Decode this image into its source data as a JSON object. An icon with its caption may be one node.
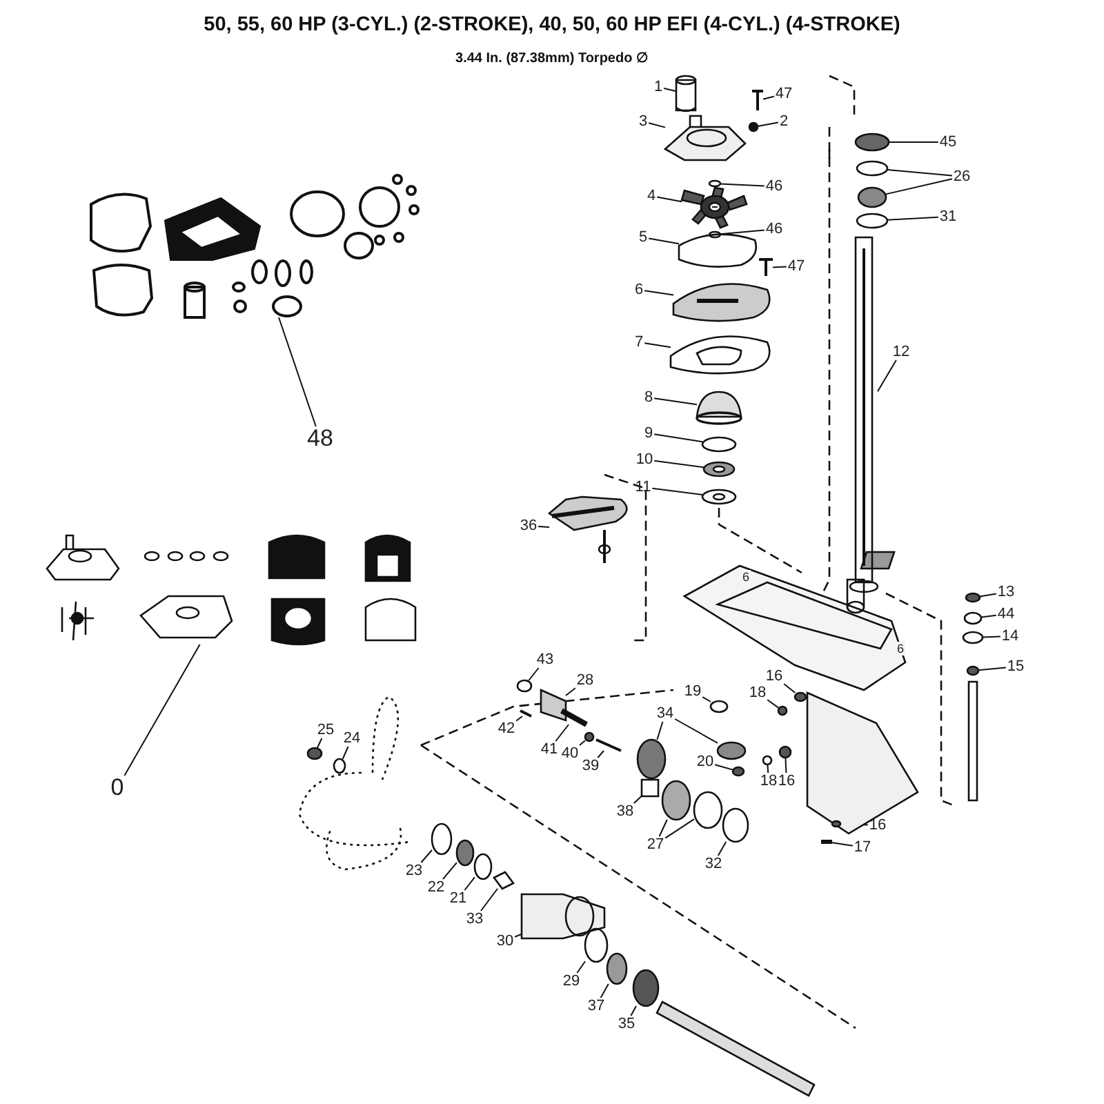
{
  "diagram": {
    "title": "50, 55, 60 HP (3-CYL.) (2-STROKE), 40, 50, 60 HP EFI (4-CYL.) (4-STROKE)",
    "caption": "3.44 In. (87.38mm) Torpedo ∅",
    "nodes": [
      {
        "text": [
          "1"
        ]
      },
      {
        "text": [
          "47"
        ]
      },
      {
        "text": [
          "3"
        ]
      },
      {
        "text": [
          "2"
        ]
      },
      {
        "text": [
          "45"
        ]
      },
      {
        "text": [
          "26"
        ]
      },
      {
        "text": [
          "46"
        ]
      },
      {
        "text": [
          "4"
        ]
      },
      {
        "text": [
          "31"
        ]
      },
      {
        "text": [
          "46"
        ]
      },
      {
        "text": [
          "5"
        ]
      },
      {
        "text": [
          "47"
        ]
      },
      {
        "text": [
          "6"
        ]
      },
      {
        "text": [
          "7"
        ]
      },
      {
        "text": [
          "12"
        ]
      },
      {
        "text": [
          "8"
        ]
      },
      {
        "text": [
          "9"
        ]
      },
      {
        "text": [
          "48"
        ]
      },
      {
        "text": [
          "10"
        ]
      },
      {
        "text": [
          "11"
        ]
      },
      {
        "text": [
          "36"
        ]
      },
      {
        "text": [
          "13"
        ]
      },
      {
        "text": [
          "44"
        ]
      },
      {
        "text": [
          "14"
        ]
      },
      {
        "text": [
          "43"
        ]
      },
      {
        "text": [
          "15"
        ]
      },
      {
        "text": [
          "28"
        ]
      },
      {
        "text": [
          "16"
        ]
      },
      {
        "text": [
          "19"
        ]
      },
      {
        "text": [
          "18"
        ]
      },
      {
        "text": [
          "42"
        ]
      },
      {
        "text": [
          "34"
        ]
      },
      {
        "text": [
          "41"
        ]
      },
      {
        "text": [
          "40"
        ]
      },
      {
        "text": [
          "25"
        ]
      },
      {
        "text": [
          "39"
        ]
      },
      {
        "text": [
          "24"
        ]
      },
      {
        "text": [
          "20"
        ]
      },
      {
        "text": [
          "18"
        ]
      },
      {
        "text": [
          "16"
        ]
      },
      {
        "text": [
          "0"
        ]
      },
      {
        "text": [
          "38"
        ]
      },
      {
        "text": [
          "16"
        ]
      },
      {
        "text": [
          "27"
        ]
      },
      {
        "text": [
          "17"
        ]
      },
      {
        "text": [
          "32"
        ]
      },
      {
        "text": [
          "23"
        ]
      },
      {
        "text": [
          "22"
        ]
      },
      {
        "text": [
          "21"
        ]
      },
      {
        "text": [
          "33"
        ]
      },
      {
        "text": [
          "30"
        ]
      },
      {
        "text": [
          "29"
        ]
      },
      {
        "text": [
          "37"
        ]
      },
      {
        "text": [
          "35"
        ]
      },
      {
        "text": [],
        "shape": "cylinder"
      },
      {
        "text": [],
        "shape": "picture"
      },
      {
        "text": [],
        "shape": "picture"
      },
      {
        "text": [],
        "shape": "circle"
      },
      {
        "text": [],
        "shape": "circle"
      },
      {
        "text": [],
        "shape": "circle"
      },
      {
        "text": [],
        "shape": "circle"
      },
      {
        "text": [],
        "shape": "circle"
      },
      {
        "text": [],
        "shape": "picture"
      },
      {
        "text": [],
        "shape": "circle"
      },
      {
        "text": [],
        "shape": "circle"
      },
      {
        "text": [],
        "shape": "picture"
      },
      {
        "text": [],
        "shape": "picture"
      },
      {
        "text": [],
        "shape": "picture"
      },
      {
        "text": [],
        "shape": "picture"
      },
      {
        "text": [],
        "shape": "picture"
      },
      {
        "text": [],
        "shape": "dome"
      },
      {
        "text": [],
        "shape": "circle"
      },
      {
        "text": [],
        "shape": "picture"
      },
      {
        "text": [],
        "shape": "circle"
      },
      {
        "text": [],
        "shape": "circle"
      },
      {
        "text": [],
        "shape": "picture"
      },
      {
        "text": [],
        "shape": "circle"
      },
      {
        "text": [],
        "shape": "circle"
      },
      {
        "text": [],
        "shape": "circle"
      },
      {
        "text": [],
        "shape": "circle"
      },
      {
        "text": [],
        "shape": "circle"
      },
      {
        "text": [],
        "shape": "box"
      },
      {
        "text": [],
        "shape": "circle"
      },
      {
        "text": [],
        "shape": "circle"
      },
      {
        "text": [],
        "shape": "circle"
      },
      {
        "text": [],
        "shape": "bar"
      },
      {
        "text": [],
        "shape": "circle"
      },
      {
        "text": [],
        "shape": "circle"
      },
      {
        "text": [],
        "shape": "bar"
      },
      {
        "text": [],
        "shape": "circle"
      },
      {
        "text": [],
        "shape": "circle"
      },
      {
        "text": [],
        "shape": "bar"
      },
      {
        "text": [],
        "shape": "circle"
      },
      {
        "text": [],
        "shape": "circle"
      },
      {
        "text": [],
        "shape": "circle"
      },
      {
        "text": [],
        "shape": "circle"
      },
      {
        "text": [],
        "shape": "picture"
      },
      {
        "text": [],
        "shape": "box"
      },
      {
        "text": [],
        "shape": "circle"
      },
      {
        "text": [],
        "shape": "circle"
      },
      {
        "text": [],
        "shape": "circle"
      },
      {
        "text": [],
        "shape": "bar"
      },
      {
        "text": [],
        "shape": "circle"
      },
      {
        "text": [],
        "shape": "circle"
      },
      {
        "text": [],
        "shape": "circle"
      },
      {
        "text": [],
        "shape": "circle"
      },
      {
        "text": [],
        "shape": "box"
      },
      {
        "text": [],
        "shape": "picture"
      },
      {
        "text": [],
        "shape": "circle"
      },
      {
        "text": [],
        "shape": "circle"
      },
      {
        "text": [],
        "shape": "circle"
      }
    ],
    "edges": [
      {
        "from": 0,
        "to": 54,
        "arrow": "none"
      },
      {
        "from": 1,
        "to": 55,
        "arrow": "none"
      },
      {
        "from": 2,
        "to": 56,
        "arrow": "none"
      },
      {
        "from": 3,
        "to": 57,
        "arrow": "none"
      },
      {
        "from": 4,
        "to": 58,
        "arrow": "none"
      },
      {
        "from": 5,
        "to": 59,
        "arrow": "none"
      },
      {
        "from": 5,
        "to": 60,
        "arrow": "none"
      },
      {
        "from": 6,
        "to": 61,
        "arrow": "none"
      },
      {
        "from": 7,
        "to": 62,
        "arrow": "none"
      },
      {
        "from": 8,
        "to": 63,
        "arrow": "none"
      },
      {
        "from": 9,
        "to": 64,
        "arrow": "none"
      },
      {
        "from": 10,
        "to": 65,
        "arrow": "none"
      },
      {
        "from": 11,
        "to": 66,
        "arrow": "none"
      },
      {
        "from": 12,
        "to": 67,
        "arrow": "none"
      },
      {
        "from": 13,
        "to": 68,
        "arrow": "none"
      },
      {
        "from": 14,
        "to": 69,
        "arrow": "none"
      },
      {
        "from": 15,
        "to": 70,
        "arrow": "none"
      },
      {
        "from": 16,
        "to": 71,
        "arrow": "none"
      },
      {
        "from": 17,
        "to": 72,
        "arrow": "none"
      },
      {
        "from": 18,
        "to": 73,
        "arrow": "none"
      },
      {
        "from": 19,
        "to": 74,
        "arrow": "none"
      },
      {
        "from": 20,
        "to": 75,
        "arrow": "none"
      },
      {
        "from": 21,
        "to": 76,
        "arrow": "none"
      },
      {
        "from": 22,
        "to": 77,
        "arrow": "none"
      },
      {
        "from": 23,
        "to": 78,
        "arrow": "none"
      },
      {
        "from": 24,
        "to": 79,
        "arrow": "none"
      },
      {
        "from": 25,
        "to": 80,
        "arrow": "none"
      },
      {
        "from": 26,
        "to": 81,
        "arrow": "none"
      },
      {
        "from": 27,
        "to": 82,
        "arrow": "none"
      },
      {
        "from": 28,
        "to": 83,
        "arrow": "none"
      },
      {
        "from": 29,
        "to": 84,
        "arrow": "none"
      },
      {
        "from": 30,
        "to": 85,
        "arrow": "none"
      },
      {
        "from": 31,
        "to": 86,
        "arrow": "none"
      },
      {
        "from": 31,
        "to": 87,
        "arrow": "none"
      },
      {
        "from": 32,
        "to": 88,
        "arrow": "none"
      },
      {
        "from": 33,
        "to": 89,
        "arrow": "none"
      },
      {
        "from": 34,
        "to": 90,
        "arrow": "none"
      },
      {
        "from": 35,
        "to": 91,
        "arrow": "none"
      },
      {
        "from": 36,
        "to": 92,
        "arrow": "none"
      },
      {
        "from": 37,
        "to": 93,
        "arrow": "none"
      },
      {
        "from": 38,
        "to": 94,
        "arrow": "none"
      },
      {
        "from": 39,
        "to": 95,
        "arrow": "none"
      },
      {
        "from": 40,
        "to": 96,
        "arrow": "none"
      },
      {
        "from": 41,
        "to": 97,
        "arrow": "none"
      },
      {
        "from": 42,
        "to": 98,
        "arrow": "none"
      },
      {
        "from": 43,
        "to": 99,
        "arrow": "none"
      },
      {
        "from": 43,
        "to": 100,
        "arrow": "none"
      },
      {
        "from": 44,
        "to": 101,
        "arrow": "none"
      },
      {
        "from": 45,
        "to": 102,
        "arrow": "none"
      },
      {
        "from": 46,
        "to": 103,
        "arrow": "none"
      },
      {
        "from": 47,
        "to": 104,
        "arrow": "none"
      },
      {
        "from": 48,
        "to": 105,
        "arrow": "none"
      },
      {
        "from": 49,
        "to": 106,
        "arrow": "none"
      },
      {
        "from": 50,
        "to": 107,
        "arrow": "none"
      },
      {
        "from": 51,
        "to": 108,
        "arrow": "none"
      },
      {
        "from": 52,
        "to": 109,
        "arrow": "none"
      },
      {
        "from": 53,
        "to": 110,
        "arrow": "none"
      }
    ],
    "labels": [
      "6",
      "6"
    ]
  }
}
